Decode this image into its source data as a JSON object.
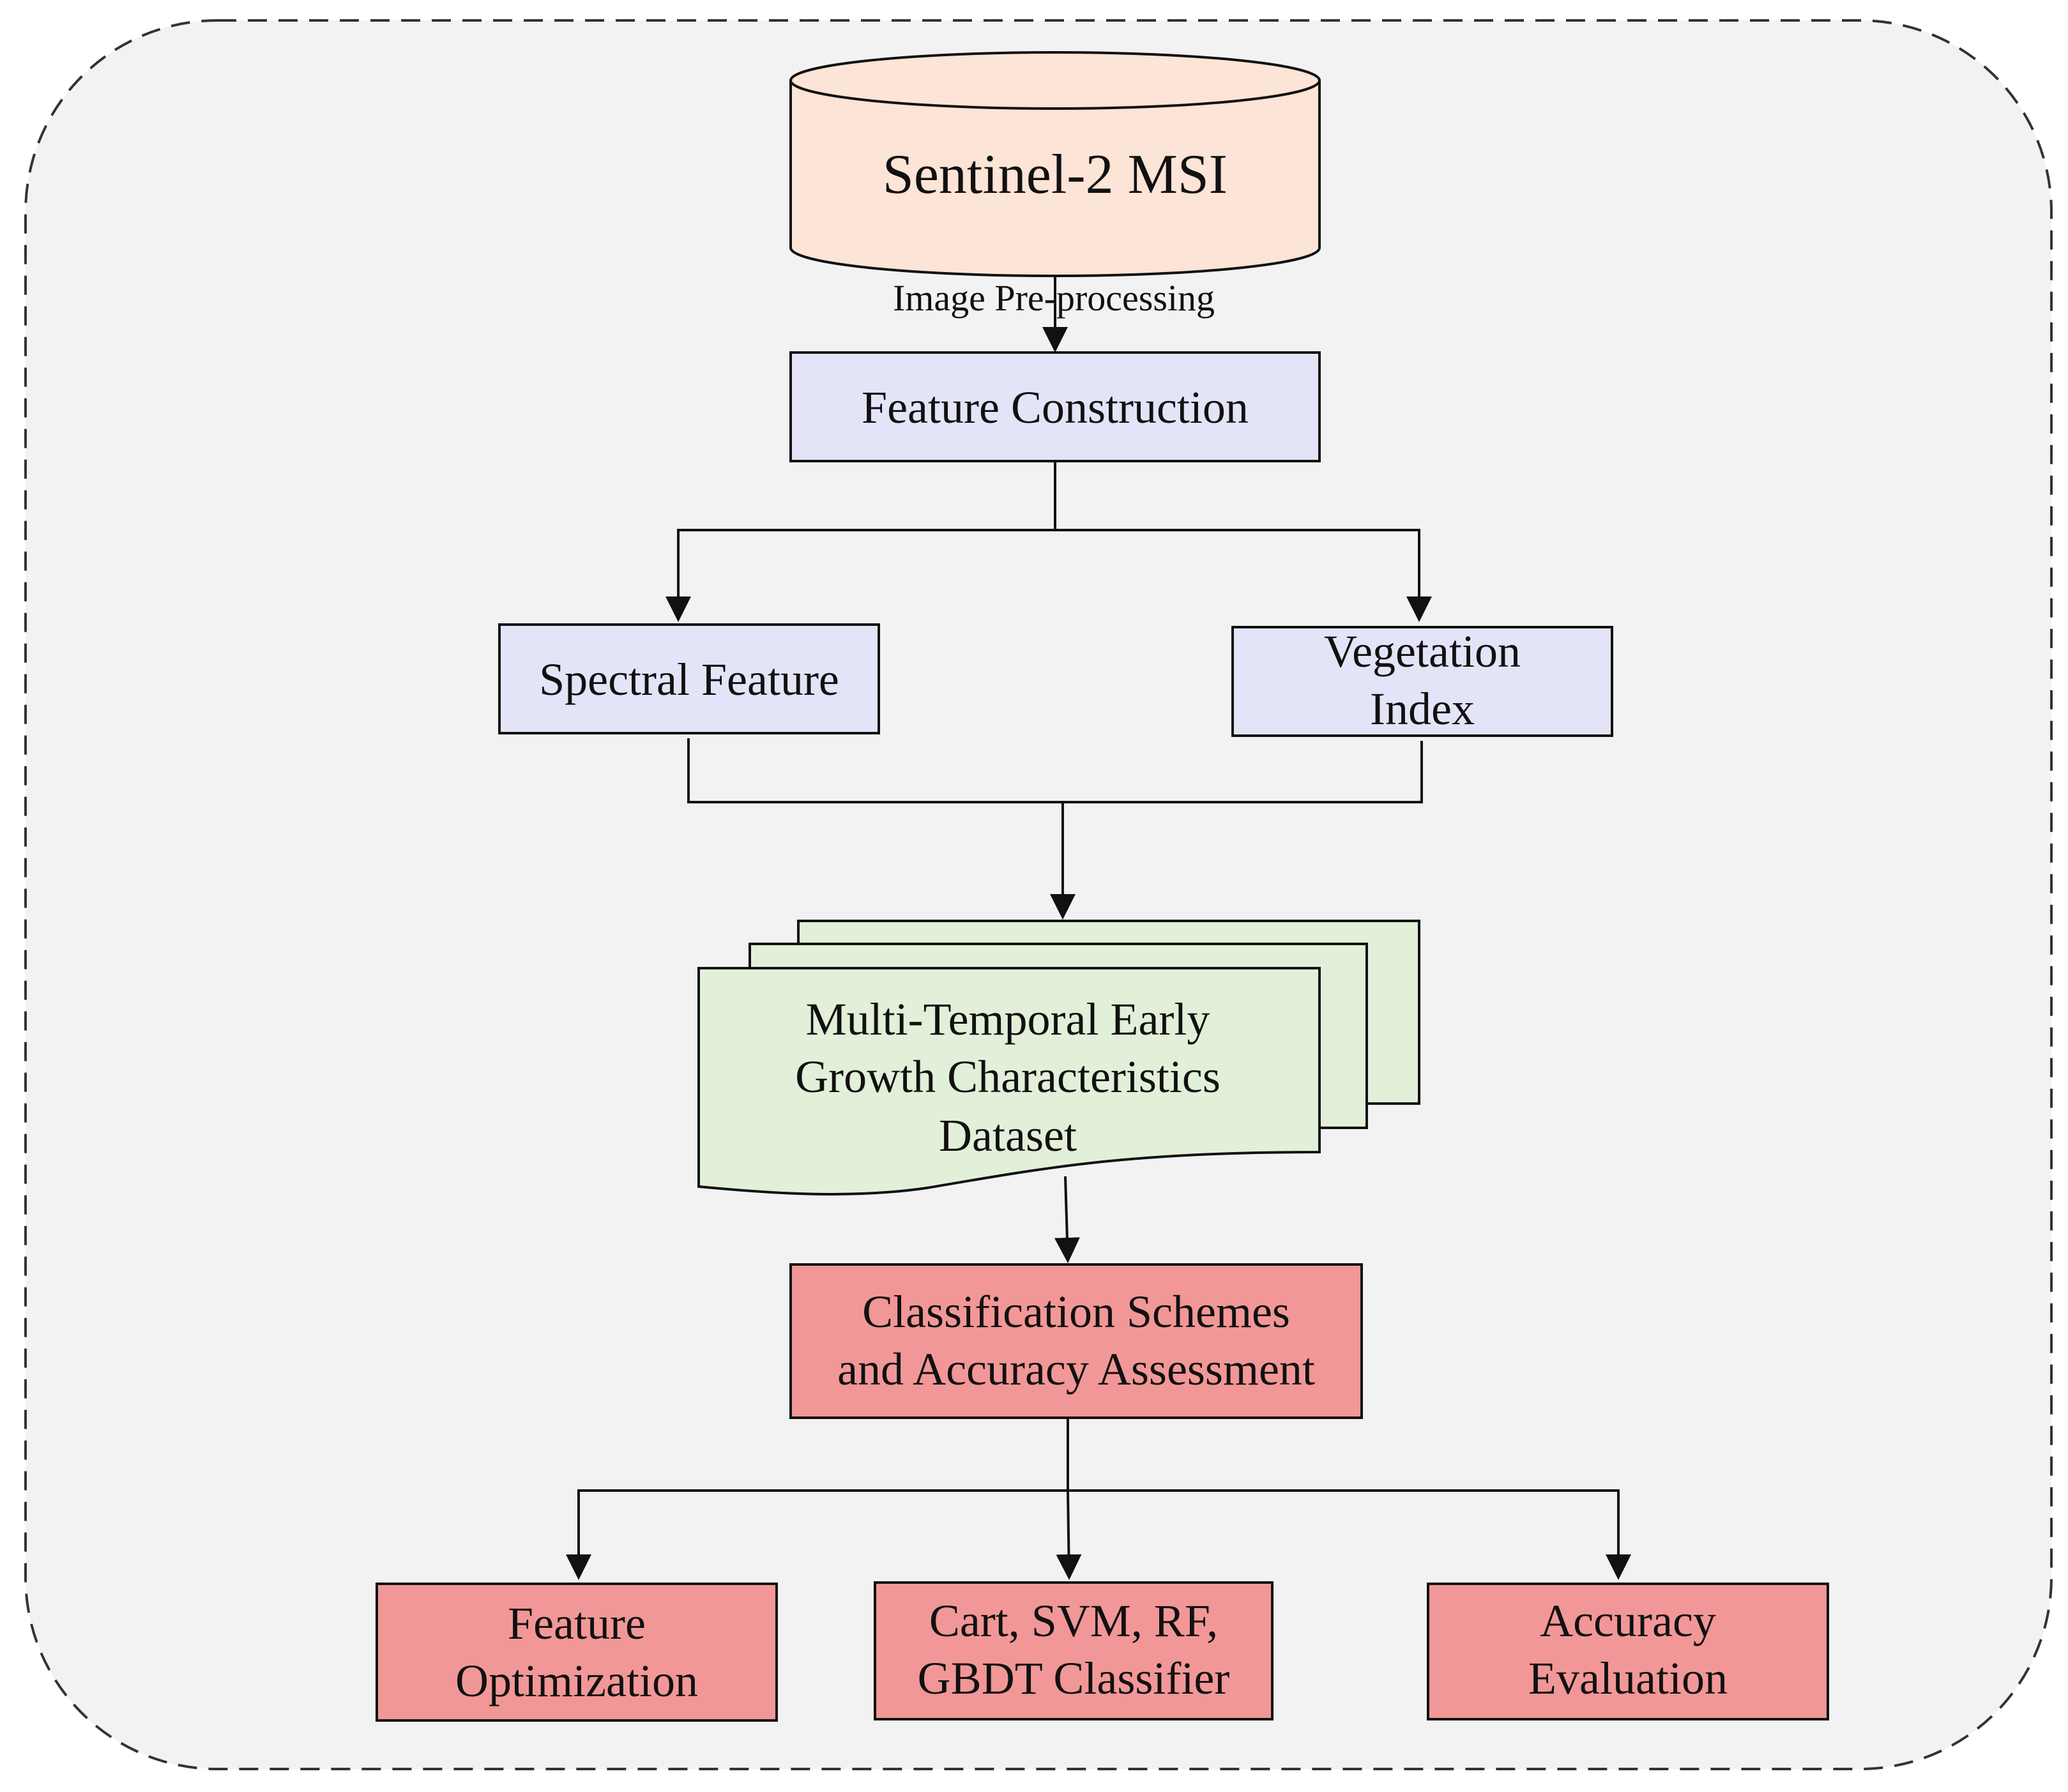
{
  "diagram": {
    "source": {
      "label": "Sentinel-2 MSI"
    },
    "edge_label": "Image Pre-processing",
    "feature_construction": {
      "label": "Feature Construction"
    },
    "spectral_feature": {
      "label": "Spectral Feature"
    },
    "vegetation_index": {
      "line1": "Vegetation",
      "line2": "Index"
    },
    "dataset": {
      "line1": "Multi-Temporal Early",
      "line2": "Growth Characteristics",
      "line3": "Dataset"
    },
    "classification": {
      "line1": "Classification Schemes",
      "line2": "and Accuracy Assessment"
    },
    "feature_optimization": {
      "line1": "Feature",
      "line2": "Optimization"
    },
    "classifiers": {
      "line1": "Cart, SVM, RF,",
      "line2": "GBDT Classifier"
    },
    "accuracy_evaluation": {
      "line1": "Accuracy",
      "line2": "Evaluation"
    },
    "colors": {
      "background": "#f2f2f2",
      "source": "#fce4d6",
      "feature_boxes": "#e4e4f8",
      "dataset": "#e2efd9",
      "classification_boxes": "#f29797"
    }
  }
}
